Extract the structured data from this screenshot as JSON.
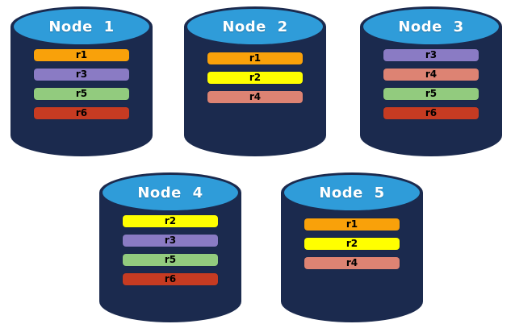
{
  "diagram": {
    "colors": {
      "background": "#ffffff",
      "cylinder_body": "#1b2a4e",
      "cylinder_top": "#2f9cd9",
      "replica_r1": "#f9a10a",
      "replica_r2": "#ffff00",
      "replica_r3": "#8a7bc4",
      "replica_r4": "#dd8373",
      "replica_r5": "#92cb7e",
      "replica_r6": "#c63b22"
    },
    "nodes": [
      {
        "label": "Node 1",
        "replicas": [
          {
            "label": "r1",
            "color": "#f9a10a"
          },
          {
            "label": "r3",
            "color": "#8a7bc4"
          },
          {
            "label": "r5",
            "color": "#92cb7e"
          },
          {
            "label": "r6",
            "color": "#c63b22"
          }
        ]
      },
      {
        "label": "Node 2",
        "replicas": [
          {
            "label": "r1",
            "color": "#f9a10a"
          },
          {
            "label": "r2",
            "color": "#ffff00"
          },
          {
            "label": "r4",
            "color": "#dd8373"
          }
        ]
      },
      {
        "label": "Node 3",
        "replicas": [
          {
            "label": "r3",
            "color": "#8a7bc4"
          },
          {
            "label": "r4",
            "color": "#dd8373"
          },
          {
            "label": "r5",
            "color": "#92cb7e"
          },
          {
            "label": "r6",
            "color": "#c63b22"
          }
        ]
      },
      {
        "label": "Node 4",
        "replicas": [
          {
            "label": "r2",
            "color": "#ffff00"
          },
          {
            "label": "r3",
            "color": "#8a7bc4"
          },
          {
            "label": "r5",
            "color": "#92cb7e"
          },
          {
            "label": "r6",
            "color": "#c63b22"
          }
        ]
      },
      {
        "label": "Node 5",
        "replicas": [
          {
            "label": "r1",
            "color": "#f9a10a"
          },
          {
            "label": "r2",
            "color": "#ffff00"
          },
          {
            "label": "r4",
            "color": "#dd8373"
          }
        ]
      }
    ]
  }
}
